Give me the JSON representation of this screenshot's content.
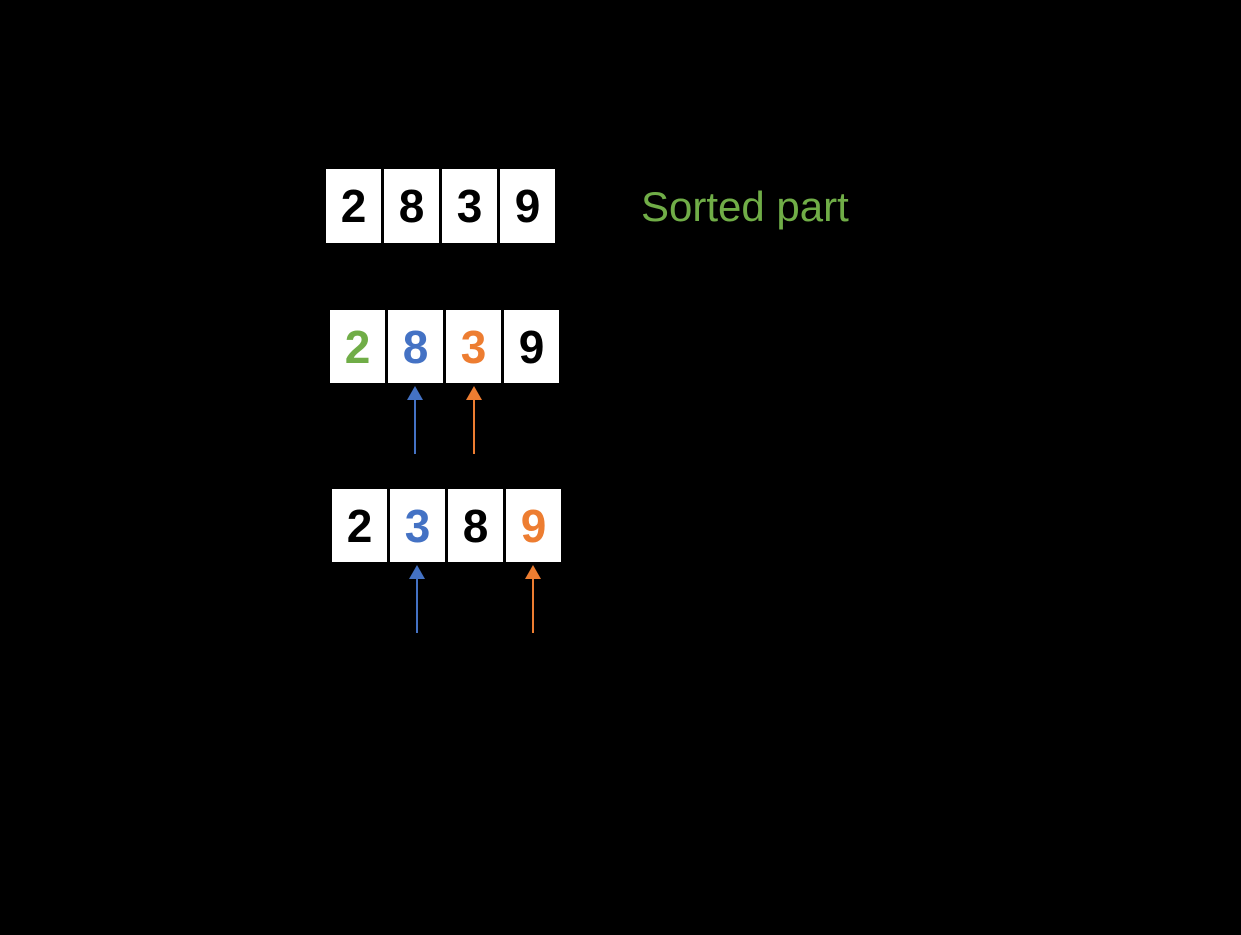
{
  "background": "#000000",
  "palette": {
    "green": "#70AD47",
    "blue": "#4472C4",
    "orange": "#ED7D31",
    "digit_black": "#000000",
    "cell_background": "#FFFFFF"
  },
  "label": {
    "text": "Sorted part",
    "color": "#70AD47"
  },
  "rows": [
    {
      "name": "initial-array",
      "cells": [
        {
          "value": "2",
          "color": "#000000"
        },
        {
          "value": "8",
          "color": "#000000"
        },
        {
          "value": "3",
          "color": "#000000"
        },
        {
          "value": "9",
          "color": "#000000"
        }
      ],
      "arrows": []
    },
    {
      "name": "comparison-step",
      "cells": [
        {
          "value": "2",
          "color": "#70AD47"
        },
        {
          "value": "8",
          "color": "#4472C4"
        },
        {
          "value": "3",
          "color": "#ED7D31"
        },
        {
          "value": "9",
          "color": "#000000"
        }
      ],
      "arrows": [
        {
          "color": "#4472C4",
          "cell_index": 1
        },
        {
          "color": "#ED7D31",
          "cell_index": 2
        }
      ]
    },
    {
      "name": "after-swap-step",
      "cells": [
        {
          "value": "2",
          "color": "#000000"
        },
        {
          "value": "3",
          "color": "#4472C4"
        },
        {
          "value": "8",
          "color": "#000000"
        },
        {
          "value": "9",
          "color": "#ED7D31"
        }
      ],
      "arrows": [
        {
          "color": "#4472C4",
          "cell_index": 1
        },
        {
          "color": "#ED7D31",
          "cell_index": 3
        }
      ]
    }
  ]
}
